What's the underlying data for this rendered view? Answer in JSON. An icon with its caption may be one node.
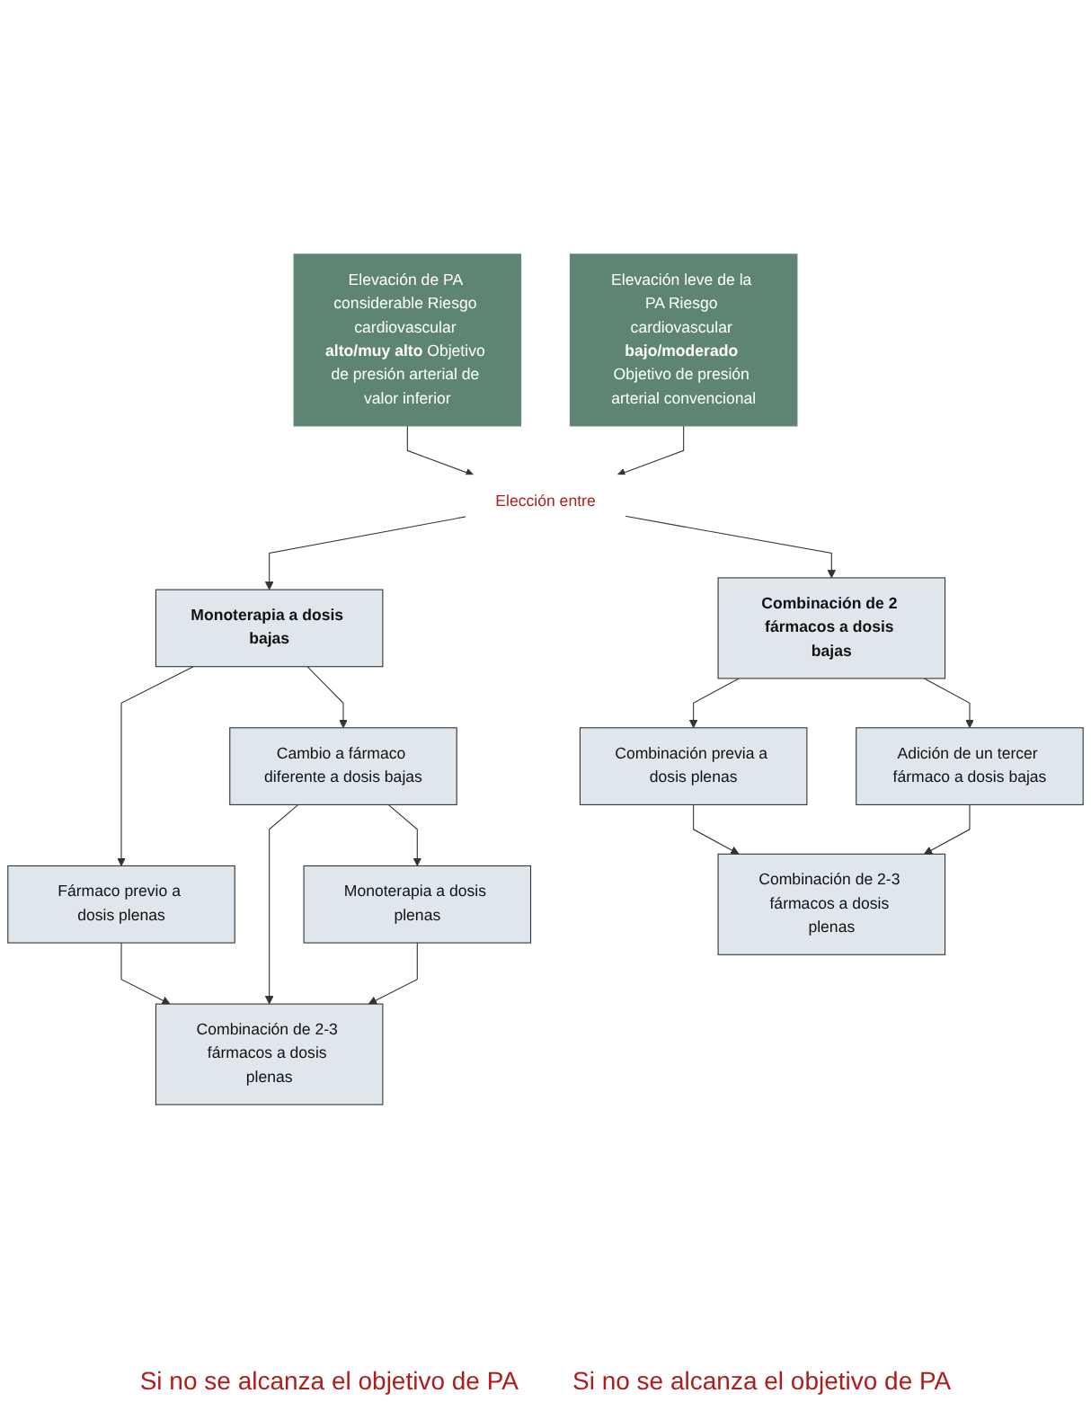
{
  "diagram": {
    "nodes": [
      {
        "text": [
          "Elevación de PA considerable Riesgo cardiovascular **alto/muy alto** Objetivo de presión arterial de valor inferior"
        ]
      },
      {
        "text": [
          "Elevación leve de la PA Riesgo cardiovascular **bajo/moderado** Objetivo de presión arterial convencional"
        ]
      },
      {
        "text": [
          "Elección entre"
        ]
      },
      {
        "text": [
          "Monoterapia a dosis bajas"
        ]
      },
      {
        "text": [
          "Combinación de 2 fármacos a dosis bajas"
        ]
      },
      {
        "text": [
          "Fármaco previo a dosis plenas"
        ]
      },
      {
        "text": [
          "Cambio a fármaco diferente a dosis bajas"
        ]
      },
      {
        "text": [
          "Combinación previa a dosis plenas"
        ]
      },
      {
        "text": [
          "Adición de un tercer fármaco a dosis bajas"
        ]
      },
      {
        "text": [
          "Combinación de 2-3 fármacos a dosis plenas"
        ]
      },
      {
        "text": [
          "Monoterapia a dosis plenas"
        ]
      },
      {
        "text": [
          "Combinación de 2-3 fármacos a dosis plenas"
        ]
      }
    ],
    "edges": [
      {
        "from": 0,
        "to": 2,
        "arrow": "to"
      },
      {
        "from": 1,
        "to": 2,
        "arrow": "to"
      },
      {
        "from": 2,
        "to": 3,
        "arrow": "to"
      },
      {
        "from": 2,
        "to": 4,
        "arrow": "to"
      },
      {
        "from": 3,
        "to": 5,
        "arrow": "to"
      },
      {
        "from": 3,
        "to": 6,
        "arrow": "to"
      },
      {
        "from": 4,
        "to": 7,
        "arrow": "to"
      },
      {
        "from": 4,
        "to": 8,
        "arrow": "to"
      },
      {
        "from": 5,
        "to": 9,
        "arrow": "to"
      },
      {
        "from": 6,
        "to": 9,
        "arrow": "to"
      },
      {
        "from": 6,
        "to": 10,
        "arrow": "to"
      },
      {
        "from": 10,
        "to": 9,
        "arrow": "to"
      },
      {
        "from": 7,
        "to": 11,
        "arrow": "to"
      },
      {
        "from": 8,
        "to": 11,
        "arrow": "to"
      }
    ],
    "labels": [
      "Si no se alcanza el objetivo de PA",
      "Si no se alcanza el objetivo de PA"
    ]
  }
}
